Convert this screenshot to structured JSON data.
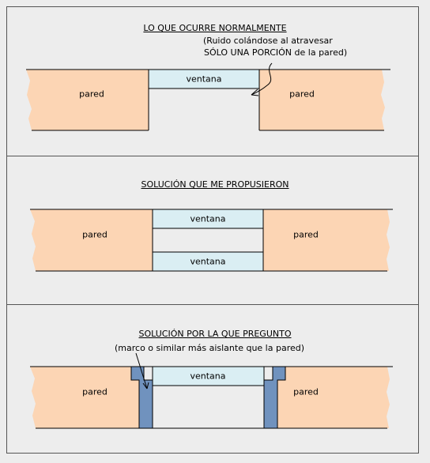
{
  "panel_1": {
    "title": "LO QUE OCURRE NORMALMENTE",
    "note_line1": "(Ruido colándose al atravesar",
    "note_line2": "SÓLO UNA PORCIÓN de la pared)",
    "wall_left": "pared",
    "window": "ventana",
    "wall_right": "pared"
  },
  "panel_2": {
    "title": "SOLUCIÓN QUE ME PROPUSIERON",
    "wall_left": "pared",
    "window_top": "ventana",
    "window_bottom": "ventana",
    "wall_right": "pared"
  },
  "panel_3": {
    "title": "SOLUCIÓN POR LA QUE PREGUNTO",
    "note": "(marco o similar más aislante que la pared)",
    "wall_left": "pared",
    "window": "ventana",
    "wall_right": "pared"
  },
  "colors": {
    "wall": "#fcd5b4",
    "window": "#daeef3",
    "frame": "#7092be",
    "background": "#ededed"
  }
}
